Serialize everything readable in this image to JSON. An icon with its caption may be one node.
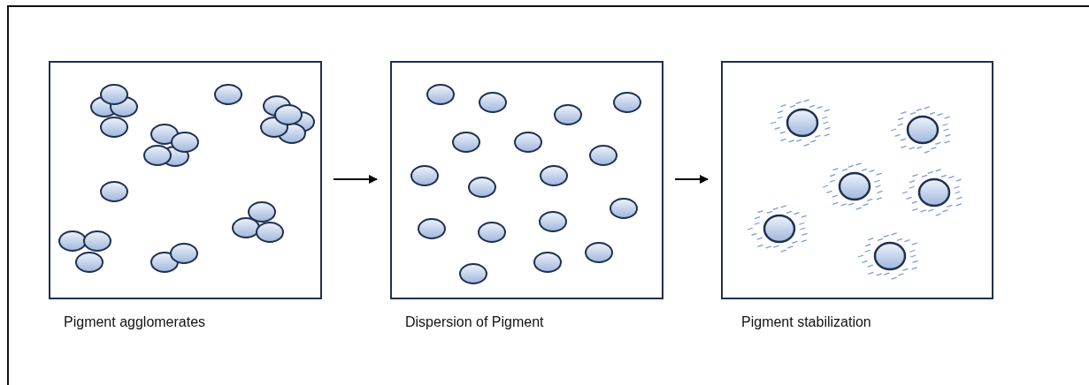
{
  "diagram": {
    "nodes": [
      {
        "text": [],
        "shape": "box",
        "beside": [
          "Pigment agglomerates"
        ]
      },
      {
        "text": [],
        "shape": "box",
        "beside": [
          "Dispersion of Pigment"
        ]
      },
      {
        "text": [],
        "shape": "box",
        "beside": [
          "Pigment stabilization"
        ]
      }
    ],
    "edges": [
      {
        "from": 0,
        "to": 1,
        "arrow": "to"
      },
      {
        "from": 1,
        "to": 2,
        "arrow": "to"
      }
    ]
  }
}
